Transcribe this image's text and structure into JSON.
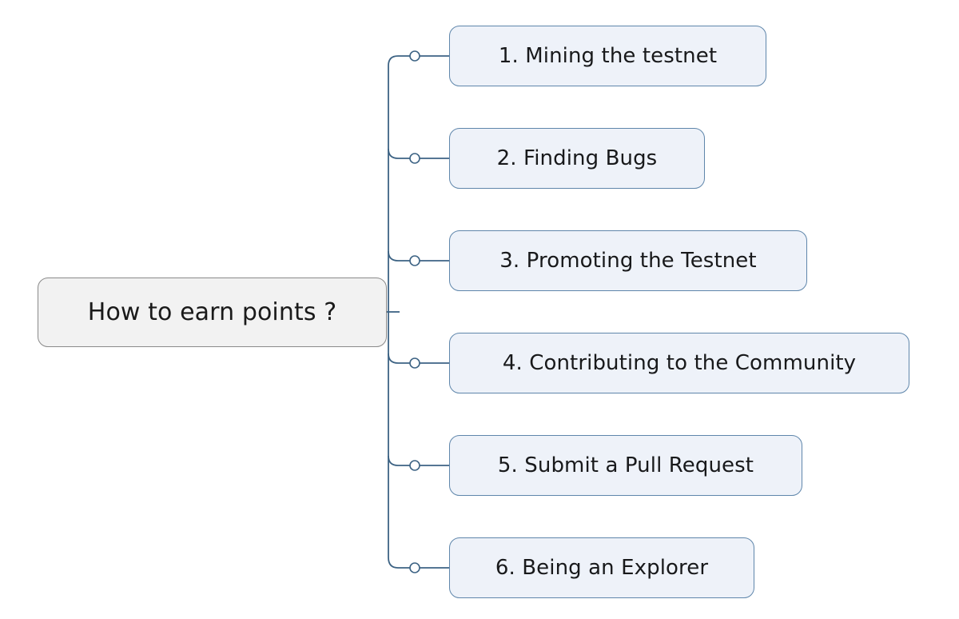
{
  "diagram": {
    "type": "mind-map",
    "title": "How to earn points ?",
    "orientation": "left-root-right-branches",
    "root": {
      "label": "How to earn points ?",
      "fill": "#f2f2f2",
      "border": "#8a8a8a",
      "text_color": "#1a1a1a"
    },
    "branch_style": {
      "fill": "#eef2f9",
      "border": "#5f86ab",
      "text_color": "#18191b",
      "connector_color": "#3d6384",
      "connector_marker": "hollow-circle"
    },
    "branches": [
      {
        "index": "1",
        "label": "1. Mining the testnet"
      },
      {
        "index": "2",
        "label": "2. Finding Bugs"
      },
      {
        "index": "3",
        "label": "3. Promoting the Testnet"
      },
      {
        "index": "4",
        "label": "4. Contributing to the Community"
      },
      {
        "index": "5",
        "label": "5. Submit a Pull Request"
      },
      {
        "index": "6",
        "label": "6. Being an Explorer"
      }
    ]
  }
}
